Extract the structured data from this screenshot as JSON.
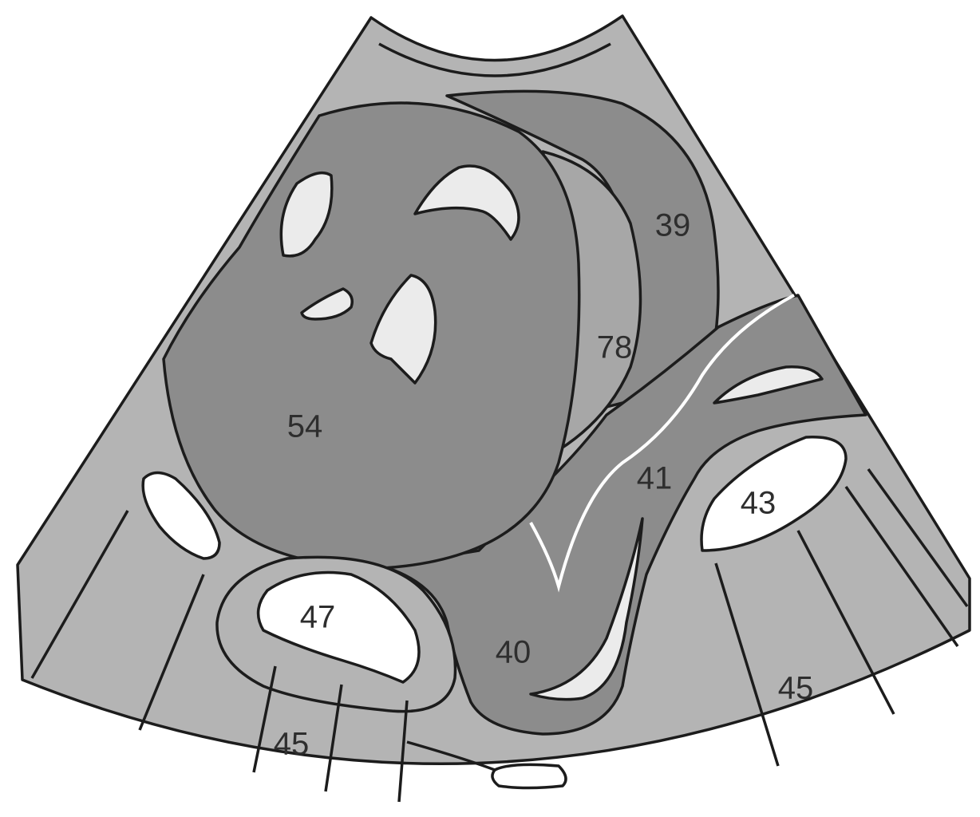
{
  "colors": {
    "background": "#ffffff",
    "sector_fill": "#b4b4b4",
    "dark_structure": "#8c8c8c",
    "medium_structure": "#a7a7a7",
    "light_cavity": "#ebebeb",
    "echo_free": "#ffffff",
    "outline": "#1c1c1c",
    "label_text": "#2e2e2e"
  },
  "labels": {
    "l39": "39",
    "l78": "78",
    "l54": "54",
    "l41": "41",
    "l43": "43",
    "l47": "47",
    "l40": "40",
    "l45_left": "45",
    "l45_right": "45"
  }
}
